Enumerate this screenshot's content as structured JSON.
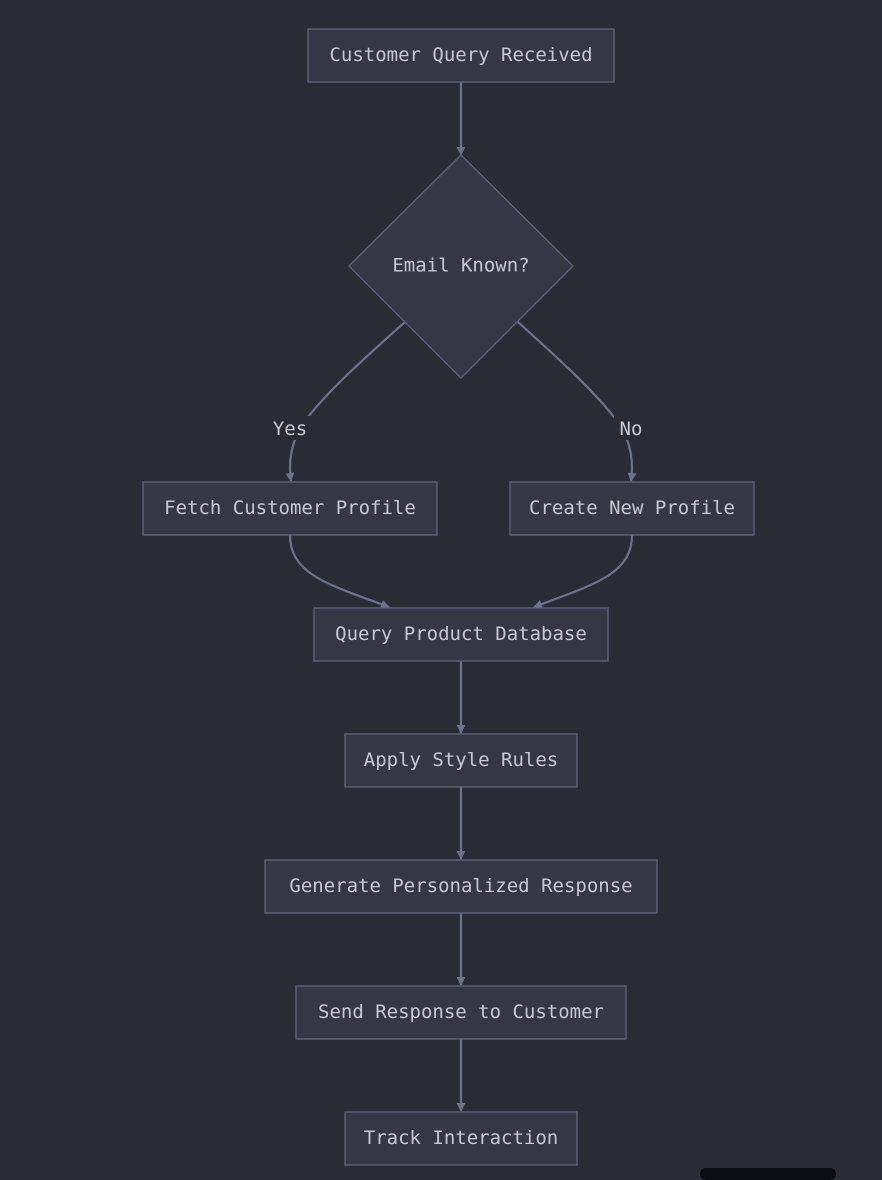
{
  "diagram": {
    "colors": {
      "background": "#282c34",
      "node_fill": "#343845",
      "node_border": "#5c6376",
      "edge": "#6b738a",
      "text": "#c5c9d3"
    },
    "nodes": {
      "start": "Customer Query Received",
      "decision": "Email Known?",
      "fetch_profile": "Fetch Customer Profile",
      "create_profile": "Create New Profile",
      "query_db": "Query Product Database",
      "apply_rules": "Apply Style Rules",
      "generate_response": "Generate Personalized Response",
      "send_response": "Send Response to Customer",
      "track": "Track Interaction"
    },
    "edge_labels": {
      "yes": "Yes",
      "no": "No"
    }
  }
}
